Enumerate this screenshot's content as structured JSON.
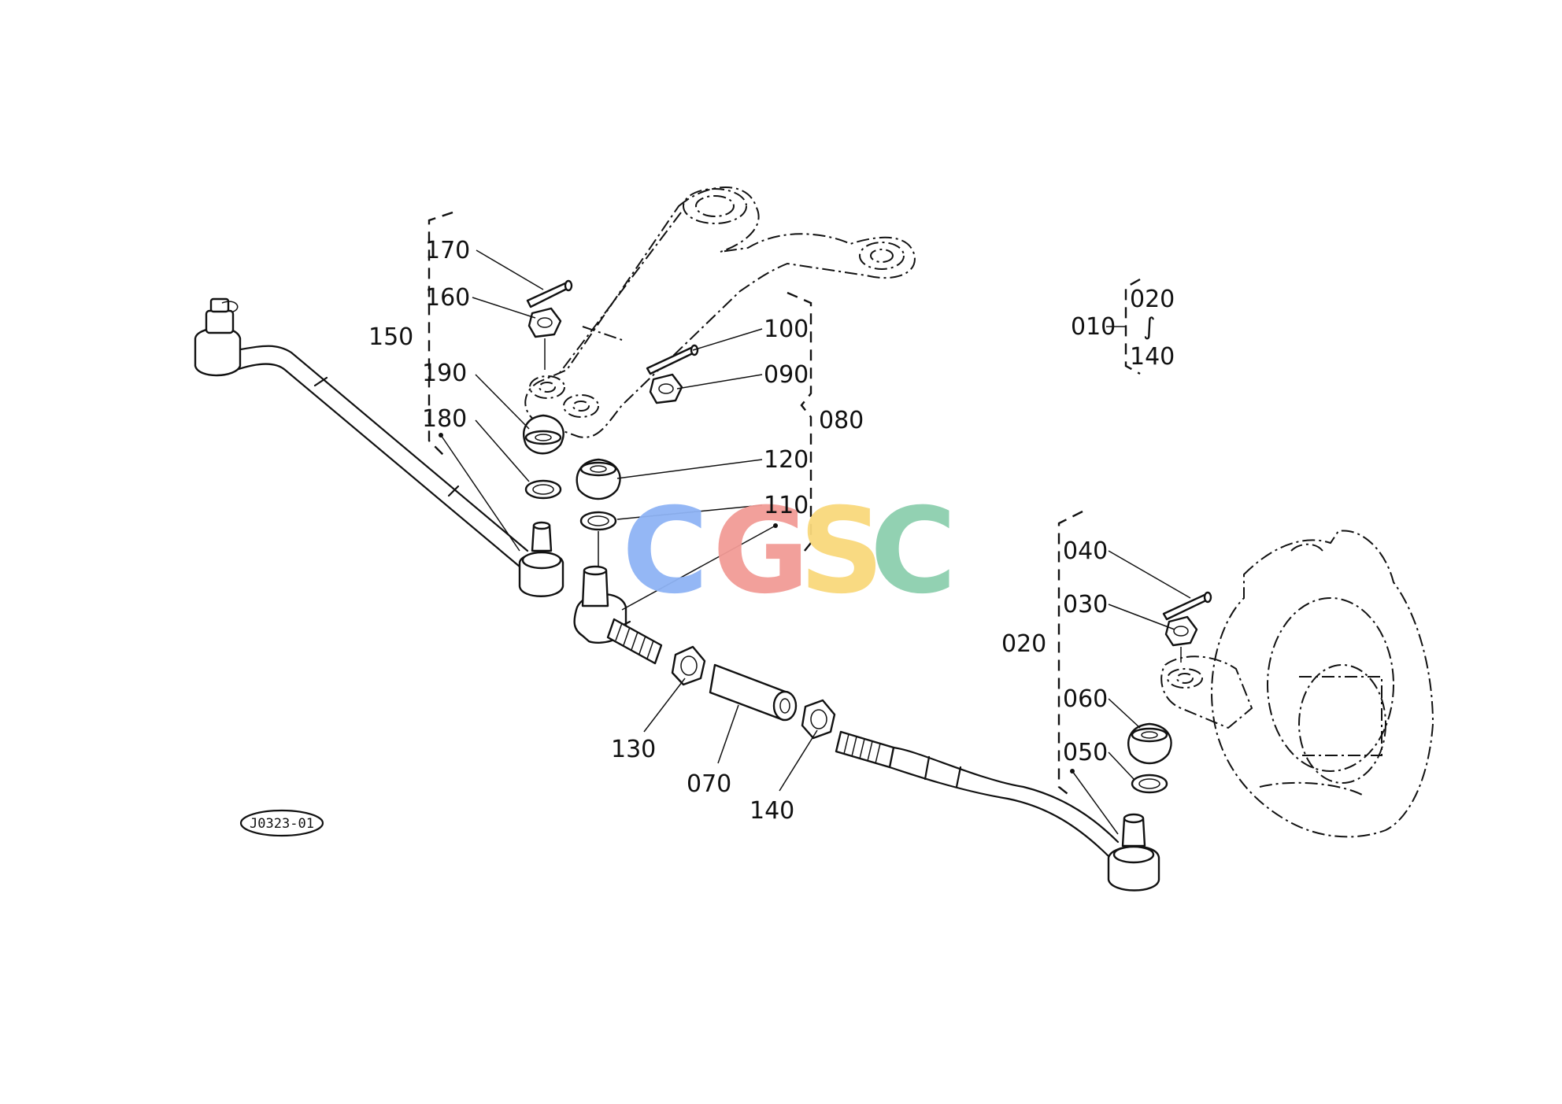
{
  "diagram": {
    "drawing_code": "J0323-01",
    "watermark": {
      "letters": [
        "C",
        "G",
        "S",
        "C"
      ],
      "colors": [
        "#8fb4f5",
        "#f29b96",
        "#f9d97c",
        "#8dcfae"
      ]
    },
    "callouts": {
      "p010": "010",
      "p020_range": "020",
      "p140_range": "140",
      "range_sep": "∫",
      "p020": "020",
      "p030": "030",
      "p040": "040",
      "p050": "050",
      "p060": "060",
      "p070": "070",
      "p080": "080",
      "p090": "090",
      "p100": "100",
      "p110": "110",
      "p120": "120",
      "p130": "130",
      "p140": "140",
      "p150": "150",
      "p160": "160",
      "p170": "170",
      "p180": "180",
      "p190": "190"
    }
  }
}
